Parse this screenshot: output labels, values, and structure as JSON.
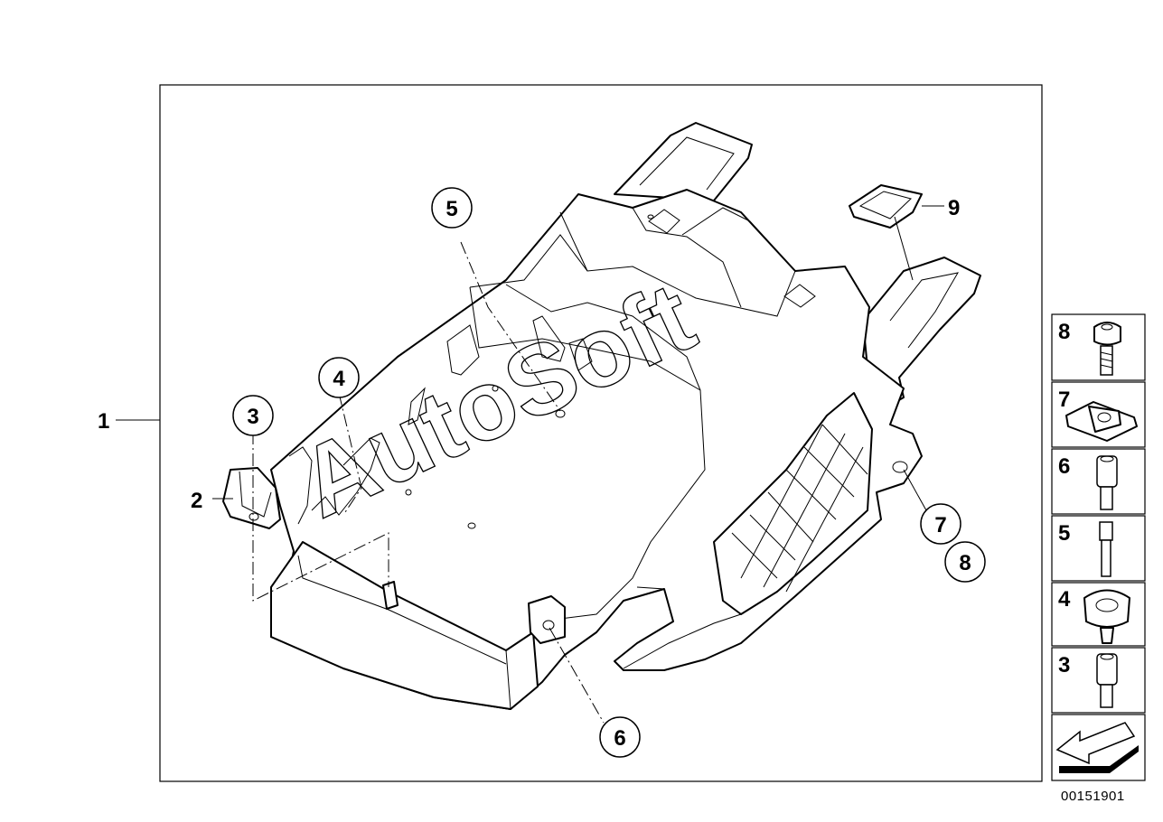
{
  "diagram": {
    "main_label": "1",
    "callouts": [
      {
        "id": "c2",
        "label": "2"
      },
      {
        "id": "c3",
        "label": "3"
      },
      {
        "id": "c4",
        "label": "4"
      },
      {
        "id": "c5",
        "label": "5"
      },
      {
        "id": "c6",
        "label": "6"
      },
      {
        "id": "c7",
        "label": "7"
      },
      {
        "id": "c8",
        "label": "8"
      },
      {
        "id": "c9",
        "label": "9"
      }
    ],
    "legend": [
      {
        "label": "8",
        "icon": "screw-icon"
      },
      {
        "label": "7",
        "icon": "clip-nut-icon"
      },
      {
        "label": "6",
        "icon": "rivet-icon"
      },
      {
        "label": "5",
        "icon": "pin-icon"
      },
      {
        "label": "4",
        "icon": "clamp-icon"
      },
      {
        "label": "3",
        "icon": "rivet-icon"
      }
    ],
    "part_code": "00151901",
    "watermark": "AutoSoft"
  }
}
